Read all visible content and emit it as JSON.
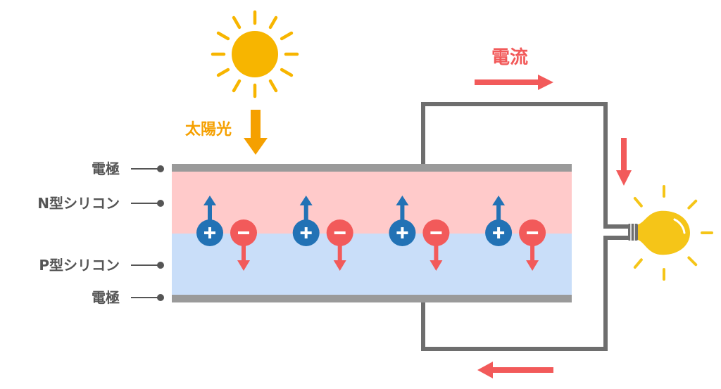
{
  "labels": {
    "sunlight": "太陽光",
    "current": "電流",
    "electrode_top": "電極",
    "n_silicon": "N型シリコン",
    "p_silicon": "P型シリコン",
    "electrode_bottom": "電極"
  },
  "carriers": {
    "hole_symbol": "+",
    "electron_symbol": "−",
    "pair_count": 4
  },
  "colors": {
    "sun": "#F7B500",
    "sunlight_arrow": "#F5A000",
    "current": "#F25A5A",
    "electrode": "#9A9A9A",
    "wire": "#6E6E6E",
    "n_layer": "#FFCACA",
    "p_layer": "#C9DEF9",
    "hole": "#2272B5",
    "electron": "#F25A5A",
    "label_text": "#555555",
    "bulb": "#F5C518"
  },
  "icons": {
    "sun": "sun-icon",
    "bulb": "light-bulb-icon"
  }
}
